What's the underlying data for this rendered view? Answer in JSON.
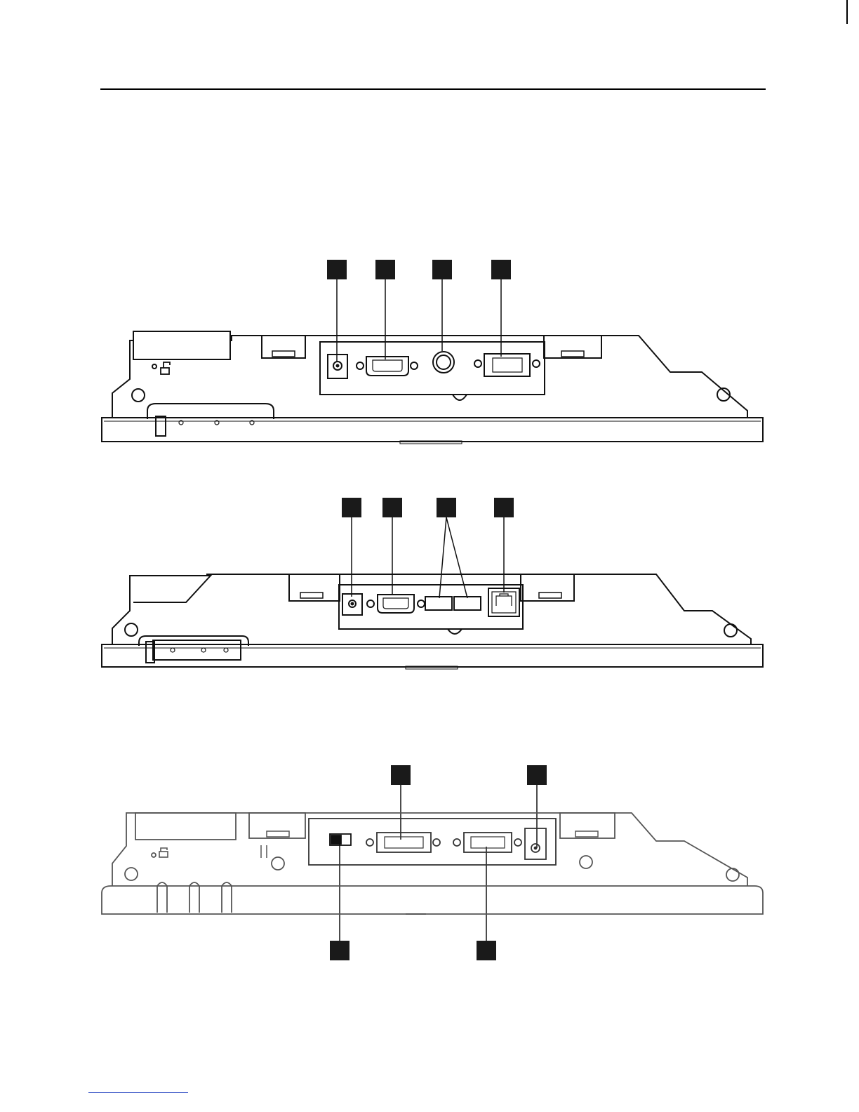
{
  "document": {
    "rule_color": "#000000",
    "footer_link_color": "#1f3fbf",
    "callout_fill": "#1a1a1a",
    "line_color": "#111111"
  },
  "figures": [
    {
      "id": "figure-1",
      "components": [
        "power-jack",
        "vga-connector",
        "round-audio-jack",
        "serial-connector"
      ]
    },
    {
      "id": "figure-2",
      "components": [
        "power-jack",
        "vga-connector",
        "usb-ports",
        "ethernet-port"
      ]
    },
    {
      "id": "figure-3",
      "components": [
        "slide-switch",
        "connector-left",
        "connector-right",
        "power-jack"
      ]
    }
  ]
}
